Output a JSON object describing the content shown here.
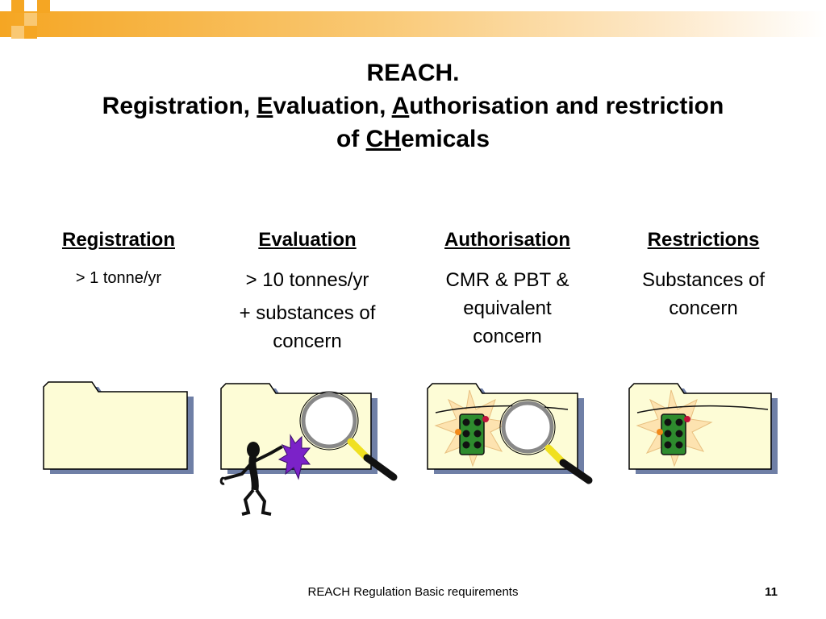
{
  "title": {
    "line1": "REACH.",
    "line2_a": "Registration, ",
    "line2_b": "E",
    "line2_c": "valuation, ",
    "line2_d": "A",
    "line2_e": "uthorisation and restriction",
    "line3_a": "of ",
    "line3_b": "CH",
    "line3_c": "emicals"
  },
  "columns": [
    {
      "heading": "Registration",
      "lines": [
        "> 1 tonne/yr"
      ]
    },
    {
      "heading": "Evaluation",
      "lines": [
        "> 10 tonnes/yr",
        "+ substances of",
        "concern"
      ]
    },
    {
      "heading": "Authorisation",
      "lines": [
        "CMR & PBT &",
        "equivalent",
        "concern"
      ]
    },
    {
      "heading": "Restrictions",
      "lines": [
        "Substances of",
        "concern"
      ]
    }
  ],
  "footer": {
    "text": "REACH Regulation Basic requirements",
    "page": "11"
  },
  "colors": {
    "accent": "#f5a623",
    "folder": "#fdfcd6",
    "traffic_light": "#2e8b2e",
    "starburst": "#fde3b0",
    "figure_badge": "#7b22c8"
  },
  "icons": [
    "folder-icon",
    "magnifier-icon",
    "traffic-light-icon",
    "stick-figure-icon"
  ]
}
